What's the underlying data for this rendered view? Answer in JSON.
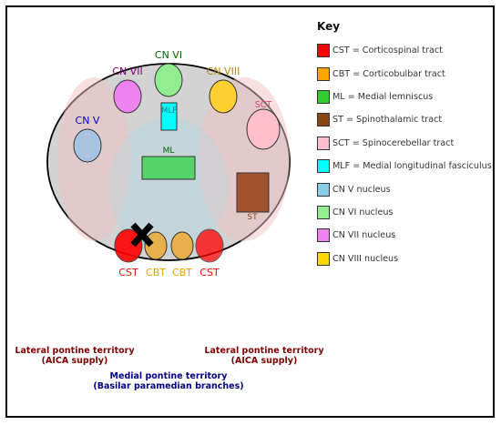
{
  "labels": {
    "cn_vi": "CN VI",
    "cn_vii": "CN VII",
    "cn_viii": "CN VIII",
    "cn_v": "CN V",
    "sct": "SCT",
    "mlf": "MLF",
    "ml": "ML",
    "st": "ST",
    "cst": "CST",
    "cbt": "CBT"
  },
  "key": {
    "title": "Key",
    "items": [
      {
        "label": "CST = Corticospinal tract",
        "color": "#ff0000"
      },
      {
        "label": "CBT = Corticobulbar tract",
        "color": "#ffa500"
      },
      {
        "label": "ML = Medial lemniscus",
        "color": "#32cd32"
      },
      {
        "label": "ST = Spinothalamic tract",
        "color": "#8b4513"
      },
      {
        "label": "SCT = Spinocerebellar tract",
        "color": "#ffc0cb"
      },
      {
        "label": "MLF = Medial longitudinal fasciculus",
        "color": "#00ffff"
      },
      {
        "label": "CN V nucleus",
        "color": "#87ceeb"
      },
      {
        "label": "CN VI nucleus",
        "color": "#90ee90"
      },
      {
        "label": "CN VII nucleus",
        "color": "#ee82ee"
      },
      {
        "label": "CN VIII nucleus",
        "color": "#ffd700"
      }
    ]
  },
  "territories": {
    "lateral_left": [
      "Lateral pontine territory",
      "(AICA supply)"
    ],
    "lateral_right": [
      "Lateral pontine territory",
      "(AICA supply)"
    ],
    "medial": [
      "Medial pontine territory",
      "(Basilar paramedian branches)"
    ]
  },
  "colors": {
    "pons": "#d3d3d3",
    "lateral_territory": "#f4c2c2",
    "medial_territory": "#add8e6",
    "cst": "#ff0000",
    "cbt": "#e8b04a",
    "ml": "#55d36a",
    "st": "#a0522d",
    "sct": "#ffc0cb",
    "mlf": "#00ffff",
    "cn_v": "#a9c4e3",
    "cn_vi": "#90ee90",
    "cn_vii": "#ee82ee",
    "cn_viii": "#ffd02f",
    "lesion": "#000000"
  },
  "lesion_marker": "x-mark",
  "text_colors": {
    "cn_vi": "#006400",
    "cn_vii": "#800080",
    "cn_viii": "#b8860b",
    "cn_v": "#0000cd",
    "sct": "#e0407a",
    "mlf": "#1a8080",
    "ml": "#006400",
    "st": "#8b4513",
    "cst": "#ff0000",
    "cbt": "#f0a000"
  }
}
